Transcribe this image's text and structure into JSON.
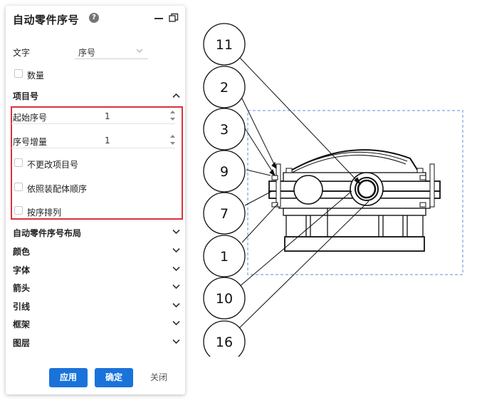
{
  "panel": {
    "title": "自动零件序号",
    "help_glyph": "?",
    "text_label": "文字",
    "text_value": "序号",
    "quantity_label": "数量",
    "item_section": "项目号",
    "start_label": "起始序号",
    "start_value": "1",
    "increment_label": "序号增量",
    "increment_value": "1",
    "no_change_label": "不更改项目号",
    "assembly_order_label": "依照装配体顺序",
    "sequential_label": "按序排列",
    "sections": [
      "自动零件序号布局",
      "颜色",
      "字体",
      "箭头",
      "引线",
      "框架",
      "图层"
    ],
    "apply_label": "应用",
    "ok_label": "确定",
    "close_label": "关闭"
  },
  "drawing": {
    "balloons": [
      "11",
      "2",
      "3",
      "9",
      "7",
      "1",
      "10",
      "16"
    ]
  },
  "colors": {
    "accent": "#1a73d9",
    "highlight_border": "#d9323b",
    "selection_dash": "#5b8fd6"
  }
}
